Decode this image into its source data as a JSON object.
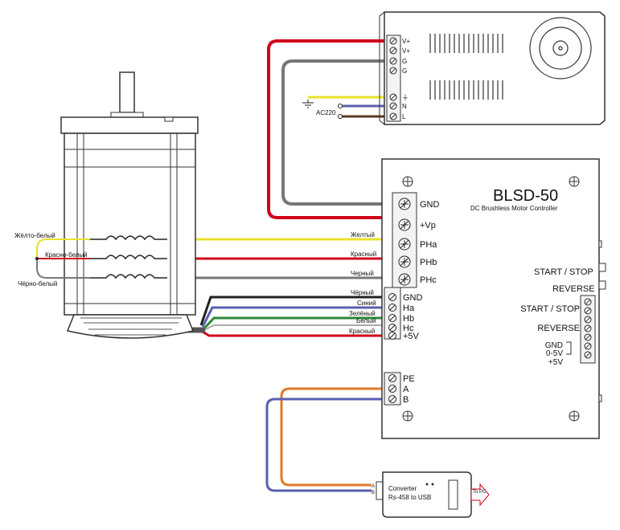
{
  "psu": {
    "terminals": [
      "V+",
      "V+",
      "G",
      "G",
      "⏚",
      "N",
      "L"
    ],
    "ac_label": "AC220"
  },
  "controller": {
    "title": "BLSD-50",
    "subtitle": "DC Brushless Motor Controller",
    "power_terminals": [
      "GND",
      "+Vp"
    ],
    "phase_terminals": [
      "PHa",
      "PHb",
      "PHc"
    ],
    "hall_terminals": [
      "GND",
      "Ha",
      "Hb",
      "Hc",
      "+5V"
    ],
    "rs485_terminals": [
      "PE",
      "A",
      "B"
    ],
    "buttons": [
      "START / STOP",
      "REVERSE"
    ],
    "control_terminals": [
      "START / STOP",
      "REVERSE",
      "GND",
      "0-5V",
      "+5V"
    ]
  },
  "motor": {
    "winding_labels": [
      "Жёлто-белый",
      "Красно-белый",
      "Чёрно-белый"
    ]
  },
  "wires": {
    "phase_colors": [
      "Желтый",
      "Красный",
      "Черный"
    ],
    "hall_colors": [
      "Чёрный",
      "Синий",
      "Зелёный",
      "Белый",
      "Красный"
    ]
  },
  "converter": {
    "line1": "Converter",
    "line2": "Rs-458 to USB",
    "pins": [
      "A",
      "B"
    ],
    "pc_label": "To PC"
  },
  "colors": {
    "red": "#d0021b",
    "gray": "#777777",
    "yellow": "#e8e02a",
    "blue": "#5a5fb0",
    "brown": "#5a3a1e",
    "green": "#2a8a3a",
    "orange": "#e07a2a",
    "black": "#222222"
  }
}
